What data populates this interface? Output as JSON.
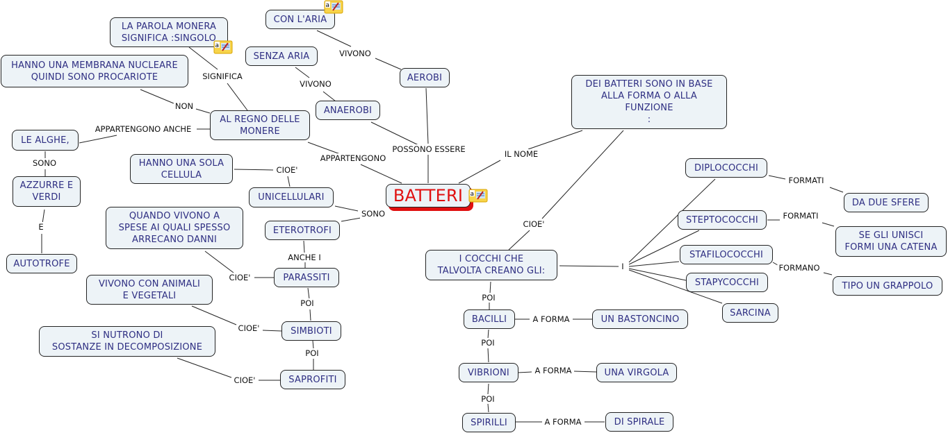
{
  "title": "BATTERI",
  "colors": {
    "node_fill": "#edf3f7",
    "node_text": "#2e2e82",
    "root_text": "#e01010",
    "root_shadow": "#e01010",
    "line": "#222222",
    "label_text": "#111111",
    "note_icon": "#f5c518"
  },
  "nodes": {
    "batteri": "BATTERI",
    "con_aria": "CON L'ARIA",
    "parola_monera": "LA PAROLA MONERA\nSIGNIFICA :SINGOLO",
    "senza_aria": "SENZA ARIA",
    "membrana": "HANNO UNA MEMBRANA NUCLEARE\nQUINDI SONO PROCARIOTE",
    "aerobi": "AEROBI",
    "anaerobi": "ANAEROBI",
    "regno_monere": "AL REGNO DELLE\nMONERE",
    "dei_batteri": "DEI BATTERI SONO IN BASE\nALLA FORMA O ALLA\nFUNZIONE\n:",
    "le_alghe": "LE ALGHE,",
    "sola_cellula": "HANNO UNA SOLA\nCELLULA",
    "azzurre_verdi": "AZZURRE E\nVERDI",
    "unicellulari": "UNICELLULARI",
    "quando_vivono": "QUANDO VIVONO A\nSPESE AI QUALI SPESSO\nARRECANO DANNI",
    "eterotrofi": "ETEROTROFI",
    "autotrofe": "AUTOTROFE",
    "parassiti": "PARASSITI",
    "vivono_con": "VIVONO CON ANIMALI\nE VEGETALI",
    "simbioti": "SIMBIOTI",
    "si_nutrono": "SI NUTRONO DI\nSOSTANZE IN DECOMPOSIZIONE",
    "saprofiti": "SAPROFITI",
    "diplococchi": "DIPLOCOCCHI",
    "due_sfere": "DA DUE SFERE",
    "steptococchi": "STEPTOCOCCHI",
    "catena": "SE GLI UNISCI\nFORMI UNA CATENA",
    "stafilococchi": "STAFILOCOCCHI",
    "cocchi": "I COCCHI CHE\nTALVOLTA CREANO GLI:",
    "grappolo": "TIPO UN GRAPPOLO",
    "stapycocchi": "STAPYCOCCHI",
    "sarcina": "SARCINA",
    "bacilli": "BACILLI",
    "bastoncino": "UN BASTONCINO",
    "vibrioni": "VIBRIONI",
    "virgola": "UNA VIRGOLA",
    "spirilli": "SPIRILLI",
    "spirale": "DI SPIRALE"
  },
  "labels": {
    "vivono1": "VIVONO",
    "significa": "SIGNIFICA",
    "vivono2": "VIVONO",
    "non": "NON",
    "appartengono_anche": "APPARTENGONO ANCHE",
    "possono_essere": "POSSONO ESSERE",
    "il_nome": "IL NOME",
    "appartengono": "APPARTENGONO",
    "sono1": "SONO",
    "cioe1": "CIOE'",
    "sono2": "SONO",
    "e": "E",
    "anche_i": "ANCHE I",
    "cioe2": "CIOE'",
    "cioe_cocchi": "CIOE'",
    "poi1": "POI",
    "cioe3": "CIOE'",
    "poi2": "POI",
    "cioe4": "CIOE'",
    "formati1": "FORMATI",
    "formati2": "FORMATI",
    "i": "I",
    "formano": "FORMANO",
    "poi3": "POI",
    "a_forma1": "A FORMA",
    "poi4": "POI",
    "a_forma2": "A FORMA",
    "poi5": "POI",
    "a_forma3": "A FORMA"
  },
  "note_icons": [
    "note-icon",
    "note-icon",
    "note-icon"
  ]
}
